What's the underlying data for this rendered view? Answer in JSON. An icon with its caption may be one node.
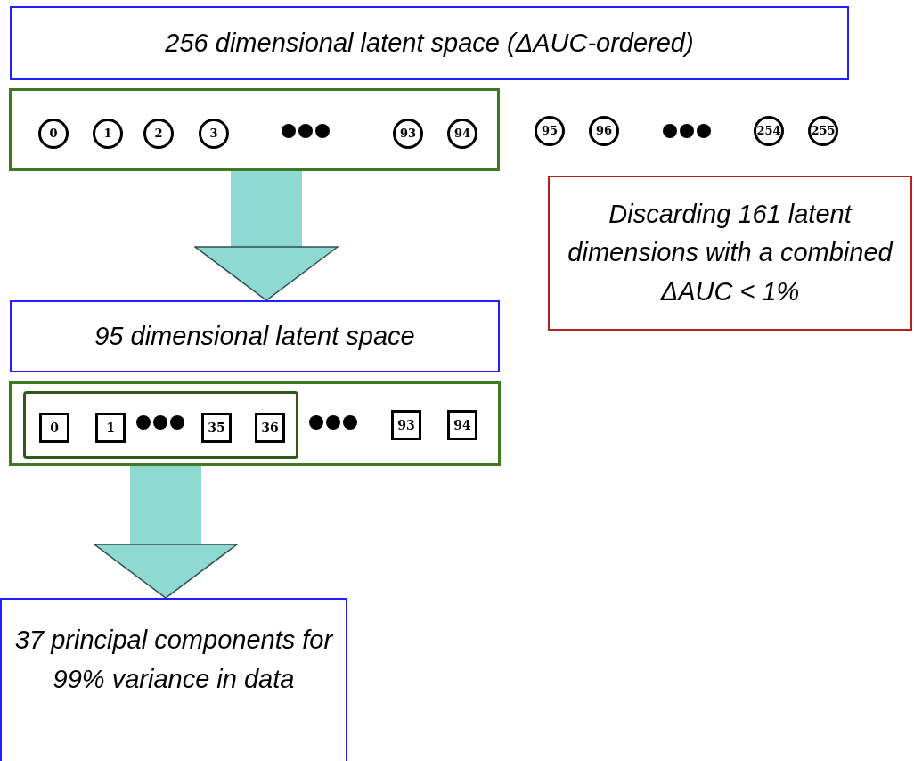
{
  "diagram": {
    "nodes": [
      {
        "text": [
          "256 dimensional latent space (ΔAUC-ordered)"
        ]
      },
      {
        "text": [],
        "shape": "box"
      },
      {
        "text": [
          "0"
        ],
        "in": 1
      },
      {
        "text": [
          "1"
        ],
        "in": 1
      },
      {
        "text": [
          "2"
        ],
        "in": 1
      },
      {
        "text": [
          "3"
        ],
        "in": 1
      },
      {
        "text": [
          "93"
        ],
        "in": 1
      },
      {
        "text": [
          "94"
        ],
        "in": 1
      },
      {
        "text": [
          "95"
        ]
      },
      {
        "text": [
          "96"
        ]
      },
      {
        "text": [
          "254"
        ]
      },
      {
        "text": [
          "255"
        ]
      },
      {
        "text": [
          "Discarding 161 latent dimensions with a combined ΔAUC < 1%"
        ]
      },
      {
        "text": [
          "95 dimensional latent space"
        ]
      },
      {
        "text": [],
        "shape": "box"
      },
      {
        "text": [],
        "shape": "box",
        "in": 14
      },
      {
        "text": [
          "0"
        ],
        "in": 15
      },
      {
        "text": [
          "1"
        ],
        "in": 15
      },
      {
        "text": [
          "35"
        ],
        "in": 15
      },
      {
        "text": [
          "36"
        ],
        "in": 15
      },
      {
        "text": [
          "93"
        ],
        "in": 14
      },
      {
        "text": [
          "94"
        ],
        "in": 14
      },
      {
        "text": [
          "37 principal components for 99% variance in data"
        ]
      }
    ],
    "edges": [
      {
        "from": 1,
        "to": 13,
        "arrow": "to"
      },
      {
        "from": 14,
        "to": 22,
        "arrow": "to"
      }
    ]
  }
}
